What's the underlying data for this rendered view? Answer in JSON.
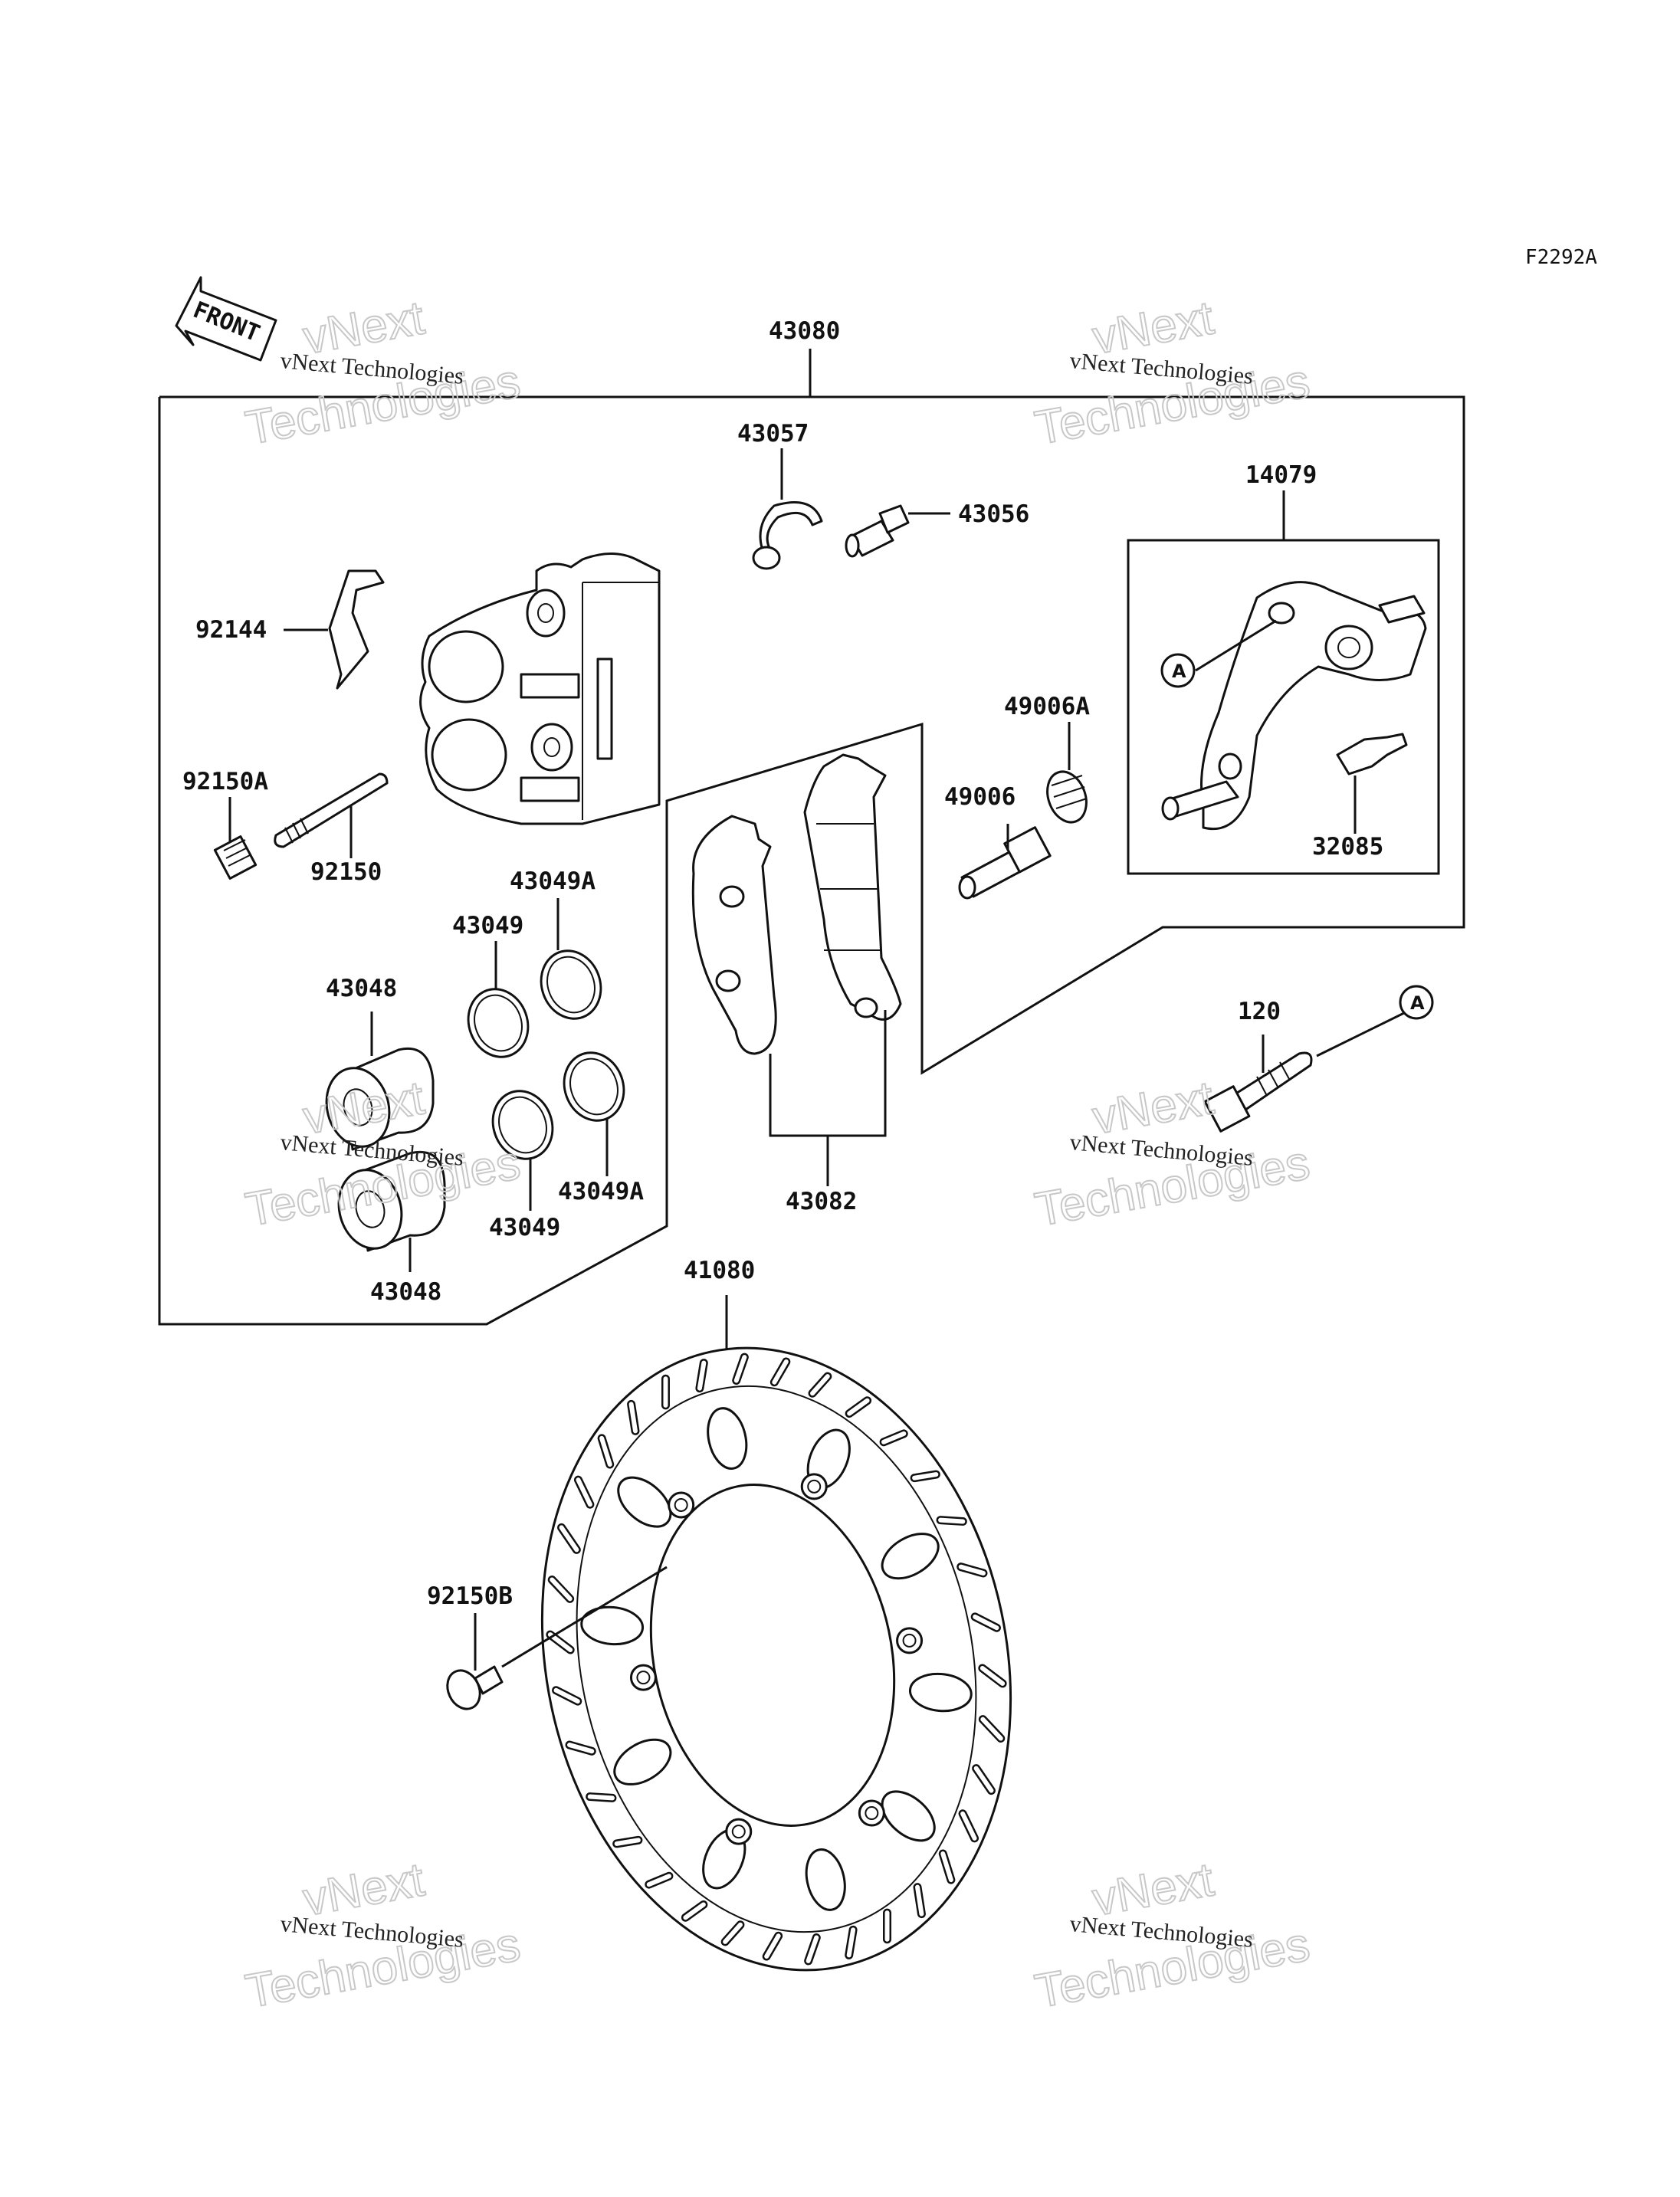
{
  "diagram_code": "F2292A",
  "front_label": "FRONT",
  "watermark": {
    "small": "vNext Technologies",
    "big_line1": "vNext",
    "big_line2": "Technologies"
  },
  "reference_mark": "A",
  "parts": {
    "p43080": "43080",
    "p43057": "43057",
    "p43056": "43056",
    "p14079": "14079",
    "p92144": "92144",
    "p49006A": "49006A",
    "p49006": "49006",
    "p32085": "32085",
    "p92150A": "92150A",
    "p92150": "92150",
    "p43049A_top": "43049A",
    "p43049_top": "43049",
    "p43048_top": "43048",
    "p120": "120",
    "p43049A_bottom": "43049A",
    "p43049_bottom": "43049",
    "p43048_bottom": "43048",
    "p43082": "43082",
    "p41080": "41080",
    "p92150B": "92150B"
  }
}
